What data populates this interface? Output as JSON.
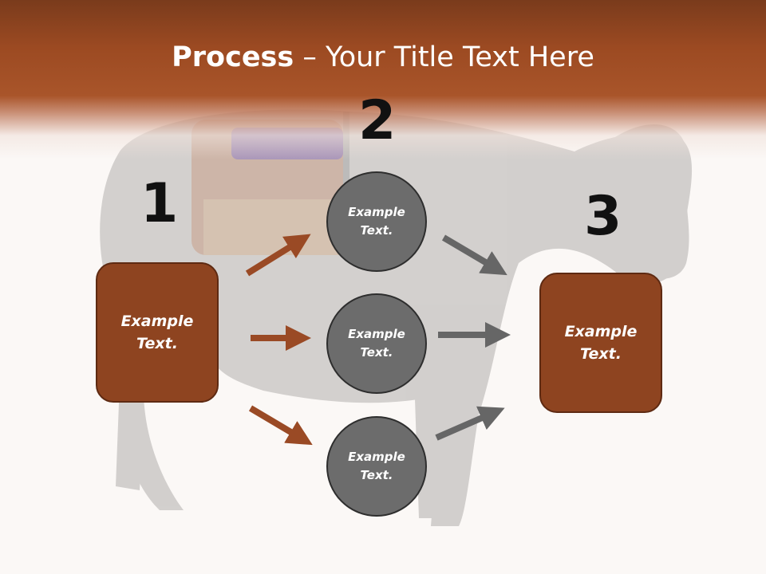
{
  "title": {
    "bold": "Process",
    "rest": " – Your Title Text Here"
  },
  "numbers": {
    "one": "1",
    "two": "2",
    "three": "3"
  },
  "left_box": {
    "text": "Example Text."
  },
  "right_box": {
    "text": "Example Text."
  },
  "circles": [
    {
      "text": "Example Text."
    },
    {
      "text": "Example Text."
    },
    {
      "text": "Example Text."
    }
  ],
  "colors": {
    "brown": "#8e4420",
    "gray": "#6c6c6c",
    "band": "#9c4a22"
  }
}
